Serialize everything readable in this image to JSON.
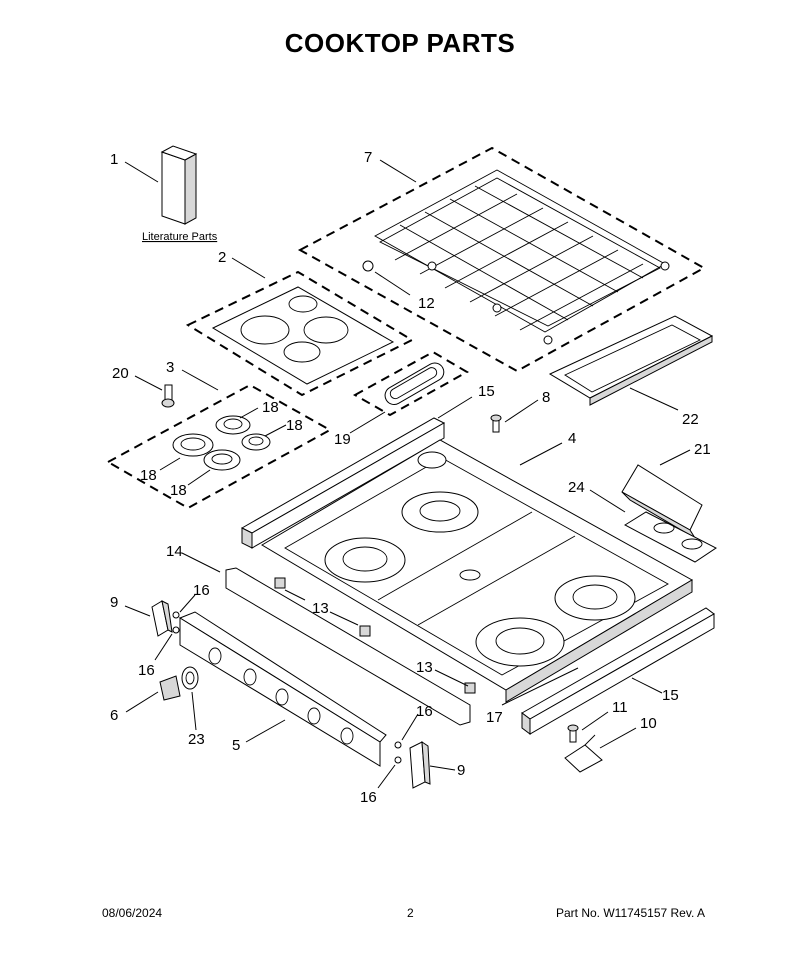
{
  "title": "COOKTOP PARTS",
  "literature_label": "Literature Parts",
  "callouts": [
    {
      "id": "c1",
      "label": "1"
    },
    {
      "id": "c7",
      "label": "7"
    },
    {
      "id": "c2",
      "label": "2"
    },
    {
      "id": "c12",
      "label": "12"
    },
    {
      "id": "c3",
      "label": "3"
    },
    {
      "id": "c20",
      "label": "20"
    },
    {
      "id": "c18a",
      "label": "18"
    },
    {
      "id": "c18b",
      "label": "18"
    },
    {
      "id": "c18c",
      "label": "18"
    },
    {
      "id": "c18d",
      "label": "18"
    },
    {
      "id": "c15a",
      "label": "15"
    },
    {
      "id": "c19",
      "label": "19"
    },
    {
      "id": "c8",
      "label": "8"
    },
    {
      "id": "c22",
      "label": "22"
    },
    {
      "id": "c4",
      "label": "4"
    },
    {
      "id": "c21",
      "label": "21"
    },
    {
      "id": "c24",
      "label": "24"
    },
    {
      "id": "c14",
      "label": "14"
    },
    {
      "id": "c16a",
      "label": "16"
    },
    {
      "id": "c9a",
      "label": "9"
    },
    {
      "id": "c13a",
      "label": "13"
    },
    {
      "id": "c16b",
      "label": "16"
    },
    {
      "id": "c13b",
      "label": "13"
    },
    {
      "id": "c6",
      "label": "6"
    },
    {
      "id": "c23",
      "label": "23"
    },
    {
      "id": "c17",
      "label": "17"
    },
    {
      "id": "c15b",
      "label": "15"
    },
    {
      "id": "c5",
      "label": "5"
    },
    {
      "id": "c16c",
      "label": "16"
    },
    {
      "id": "c11",
      "label": "11"
    },
    {
      "id": "c10",
      "label": "10"
    },
    {
      "id": "c9b",
      "label": "9"
    },
    {
      "id": "c16d",
      "label": "16"
    }
  ],
  "footer": {
    "date": "08/06/2024",
    "page": "2",
    "part_number": "Part No.  W11745157  Rev.  A"
  }
}
